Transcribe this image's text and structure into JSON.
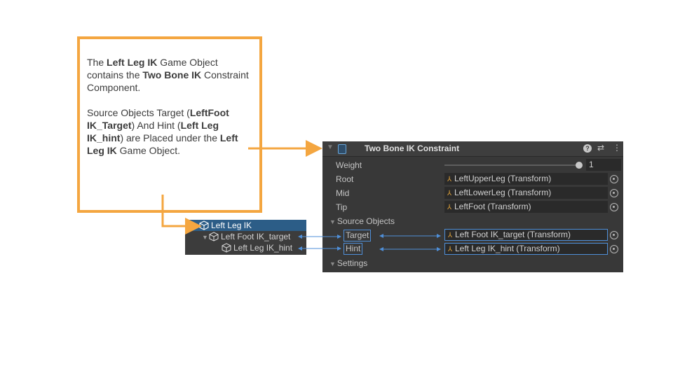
{
  "callout": {
    "p1": [
      {
        "t": "The ",
        "b": false
      },
      {
        "t": "Left Leg IK",
        "b": true
      },
      {
        "t": " Game Object contains the ",
        "b": false
      },
      {
        "t": "Two Bone IK",
        "b": true
      },
      {
        "t": " Constraint Component.",
        "b": false
      }
    ],
    "p2": [
      {
        "t": "Source Objects Target (",
        "b": false
      },
      {
        "t": "LeftFoot IK_Target",
        "b": true
      },
      {
        "t": ") And Hint (",
        "b": false
      },
      {
        "t": "Left Leg IK_hint",
        "b": true
      },
      {
        "t": ") are Placed under the ",
        "b": false
      },
      {
        "t": "Left Leg IK",
        "b": true
      },
      {
        "t": " Game Object.",
        "b": false
      }
    ]
  },
  "hierarchy": {
    "items": [
      {
        "label": "Left Leg IK",
        "selected": true
      },
      {
        "label": "Left Foot IK_target",
        "selected": false
      },
      {
        "label": "Left Leg IK_hint",
        "selected": false
      }
    ]
  },
  "inspector": {
    "title": "Two Bone IK Constraint",
    "weight_label": "Weight",
    "weight_value": "1",
    "weight_fraction": 1.0,
    "root_label": "Root",
    "root_value": "LeftUpperLeg (Transform)",
    "mid_label": "Mid",
    "mid_value": "LeftLowerLeg (Transform)",
    "tip_label": "Tip",
    "tip_value": "LeftFoot (Transform)",
    "source_objects_label": "Source Objects",
    "target_label": "Target",
    "target_value": "Left Foot IK_target (Transform)",
    "hint_label": "Hint",
    "hint_value": "Left Leg IK_hint (Transform)",
    "settings_label": "Settings"
  },
  "colors": {
    "callout_border": "#f4a640",
    "arrow_blue": "#4f8fd8",
    "selection": "#2c5d87"
  }
}
